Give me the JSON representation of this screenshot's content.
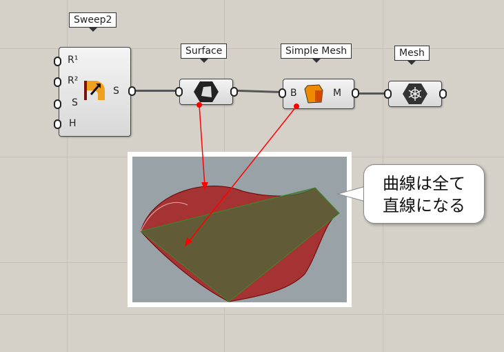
{
  "components": {
    "sweep2": {
      "tag": "Sweep2",
      "inputs": [
        "R¹",
        "R²",
        "S",
        "H"
      ],
      "output": "S"
    },
    "surface": {
      "tag": "Surface"
    },
    "simple_mesh": {
      "tag": "Simple Mesh",
      "input": "B",
      "output": "M"
    },
    "mesh": {
      "tag": "Mesh"
    }
  },
  "callout": {
    "line1": "曲線は全て",
    "line2": "直線になる"
  },
  "colors": {
    "canvas": "#d5d1c9",
    "surface": "#b01818",
    "mesh": "#4a6a3a",
    "arrow": "#ff0000"
  }
}
